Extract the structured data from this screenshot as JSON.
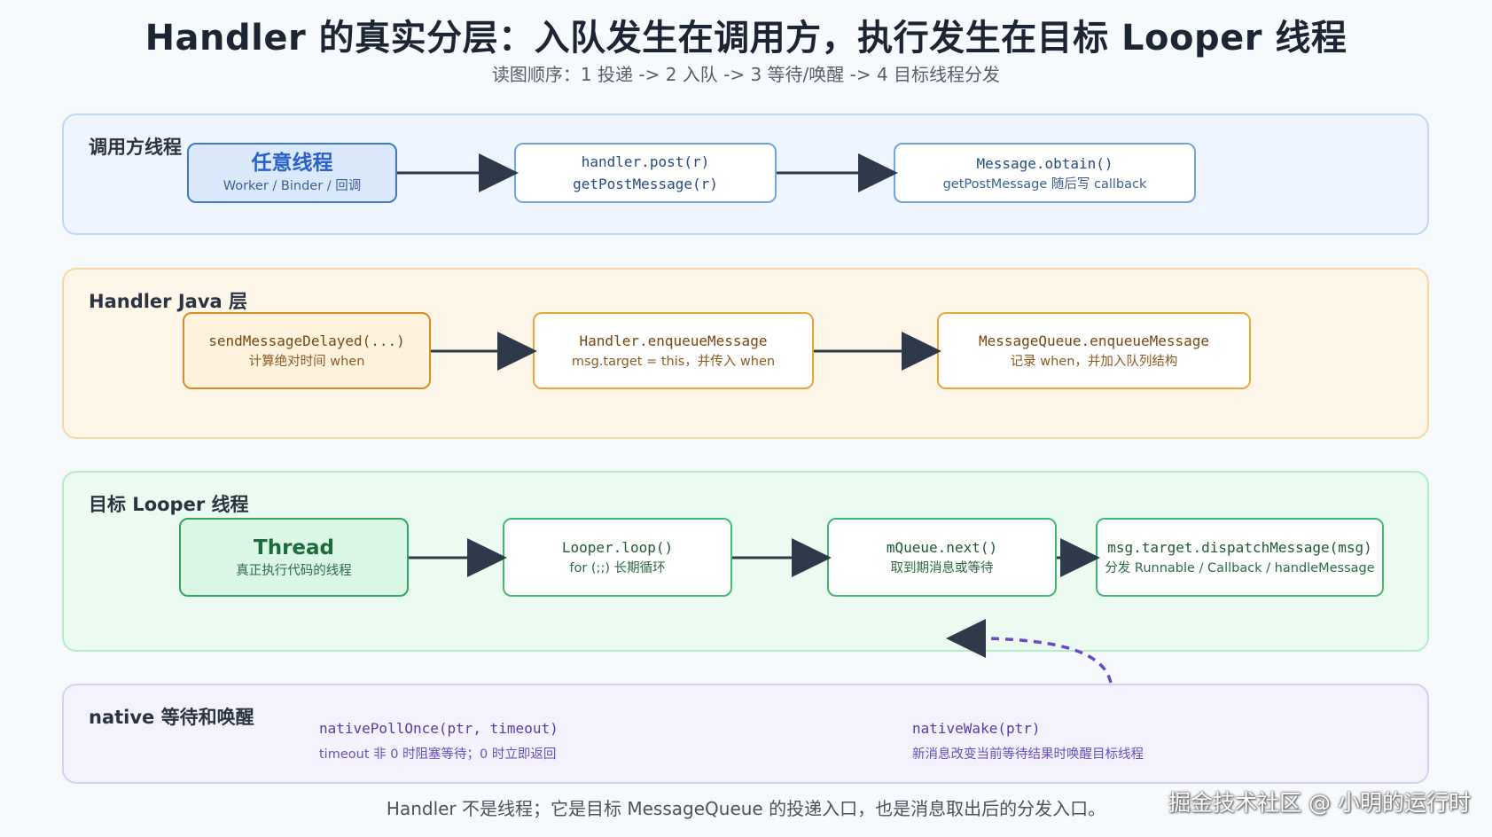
{
  "title": "Handler 的真实分层：入队发生在调用方，执行发生在目标 Looper 线程",
  "subtitle": "读图顺序：1 投递 -> 2 入队 -> 3 等待/唤醒 -> 4 目标线程分发",
  "lanes": {
    "caller": {
      "label": "调用方线程",
      "nodes": [
        {
          "line1": "任意线程",
          "line2": "Worker / Binder / 回调"
        },
        {
          "line1": "handler.post(r)",
          "line2": "getPostMessage(r)"
        },
        {
          "line1": "Message.obtain()",
          "line2": "getPostMessage 随后写 callback"
        }
      ]
    },
    "java": {
      "label": "Handler Java 层",
      "nodes": [
        {
          "line1": "sendMessageDelayed(...)",
          "line2": "计算绝对时间 when"
        },
        {
          "line1": "Handler.enqueueMessage",
          "line2": "msg.target = this，并传入 when"
        },
        {
          "line1": "MessageQueue.enqueueMessage",
          "line2": "记录 when，并加入队列结构"
        }
      ]
    },
    "looper": {
      "label": "目标 Looper 线程",
      "nodes": [
        {
          "line1": "Thread",
          "line2": "真正执行代码的线程"
        },
        {
          "line1": "Looper.loop()",
          "line2": "for (;;) 长期循环"
        },
        {
          "line1": "mQueue.next()",
          "line2": "取到期消息或等待"
        },
        {
          "line1": "msg.target.dispatchMessage(msg)",
          "line2": "分发 Runnable / Callback / handleMessage"
        }
      ]
    },
    "native": {
      "label": "native 等待和唤醒",
      "items": [
        {
          "line1": "nativePollOnce(ptr, timeout)",
          "line2": "timeout 非 0 时阻塞等待；0 时立即返回"
        },
        {
          "line1": "nativeWake(ptr)",
          "line2": "新消息改变当前等待结果时唤醒目标线程"
        }
      ]
    }
  },
  "footer": "Handler 不是线程；它是目标 MessageQueue 的投递入口，也是消息取出后的分发入口。",
  "watermark": "掘金技术社区 @ 小明的运行时",
  "colors": {
    "arrow": "#2e3a4b",
    "wake_arrow": "#6e46c9",
    "blue": "#6da5e3",
    "orange": "#eca53a",
    "green": "#3fba6e",
    "purple": "#d8d0f3"
  }
}
